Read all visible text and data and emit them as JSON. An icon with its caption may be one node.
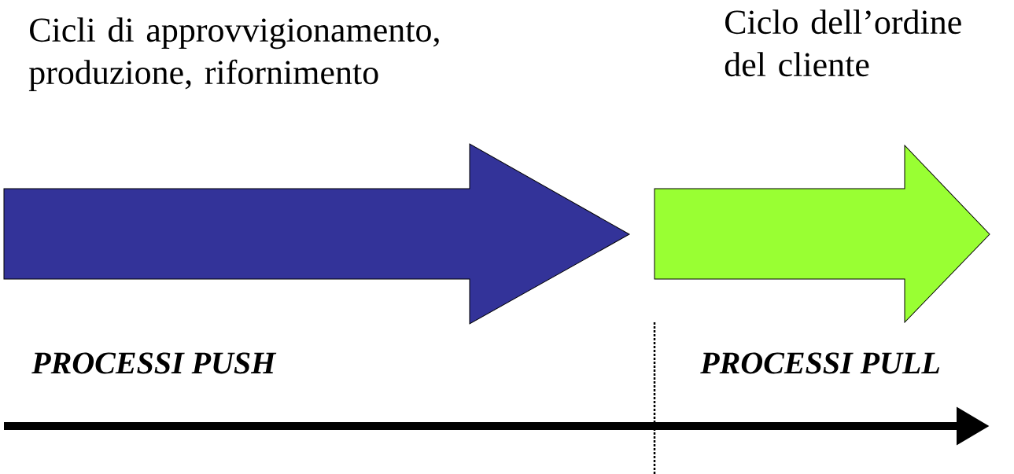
{
  "diagram": {
    "nodes": [
      {
        "text": [
          "Cicli di approvvigionamento, produzione, rifornimento"
        ]
      },
      {
        "text": [
          "Ciclo dell’ordine del cliente"
        ]
      }
    ],
    "labels": [
      "PROCESSI PUSH",
      "PROCESSI PULL"
    ]
  }
}
